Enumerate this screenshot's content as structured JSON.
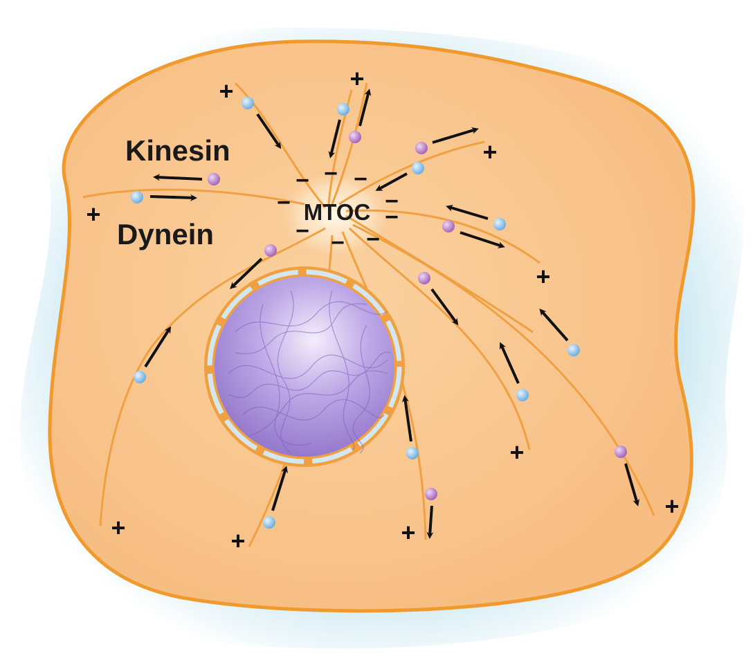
{
  "labels": {
    "kinesin": "Kinesin",
    "dynein": "Dynein",
    "mtoc": "MTOC",
    "plus": "+",
    "minus": "−"
  },
  "colors": {
    "background_halo": "#cfeaf3",
    "cytoplasm": "#f9c48c",
    "membrane": "#f09a2e",
    "microtubule": "#f0a040",
    "nucleus": "#a98fd6",
    "nuclear_envelope_gap": "#cfe4ef",
    "kinesin_motor": "#b57ac4",
    "dynein_motor": "#8ec3e8",
    "arrow": "#111111"
  }
}
